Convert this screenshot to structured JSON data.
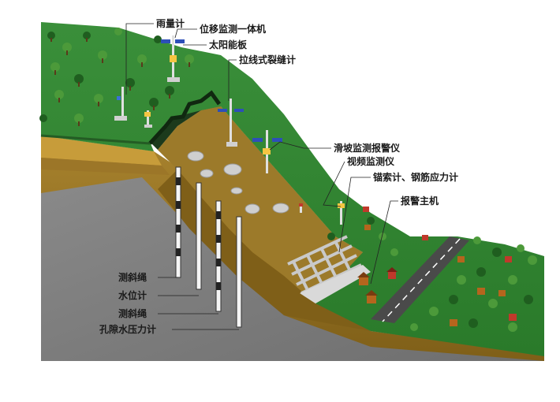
{
  "labels": {
    "rain_gauge": "雨量计",
    "displacement_unit": "位移监测一体机",
    "solar_panel": "太阳能板",
    "crack_meter": "拉线式裂缝计",
    "landslide_alarm": "滑坡监测报警仪",
    "video_monitor": "视频监测仪",
    "anchor_meter": "锚索计、钢筋应力计",
    "alarm_host": "报警主机",
    "inclinometer_1": "测斜绳",
    "water_level": "水位计",
    "inclinometer_2": "测斜绳",
    "pore_pressure": "孔隙水压力计"
  },
  "colors": {
    "grass_top": "#2e7d32",
    "grass_dark": "#1b5e20",
    "soil": "#8b6a1e",
    "soil_light": "#a88432",
    "rock": "#7a7a7a",
    "road": "#555555"
  }
}
